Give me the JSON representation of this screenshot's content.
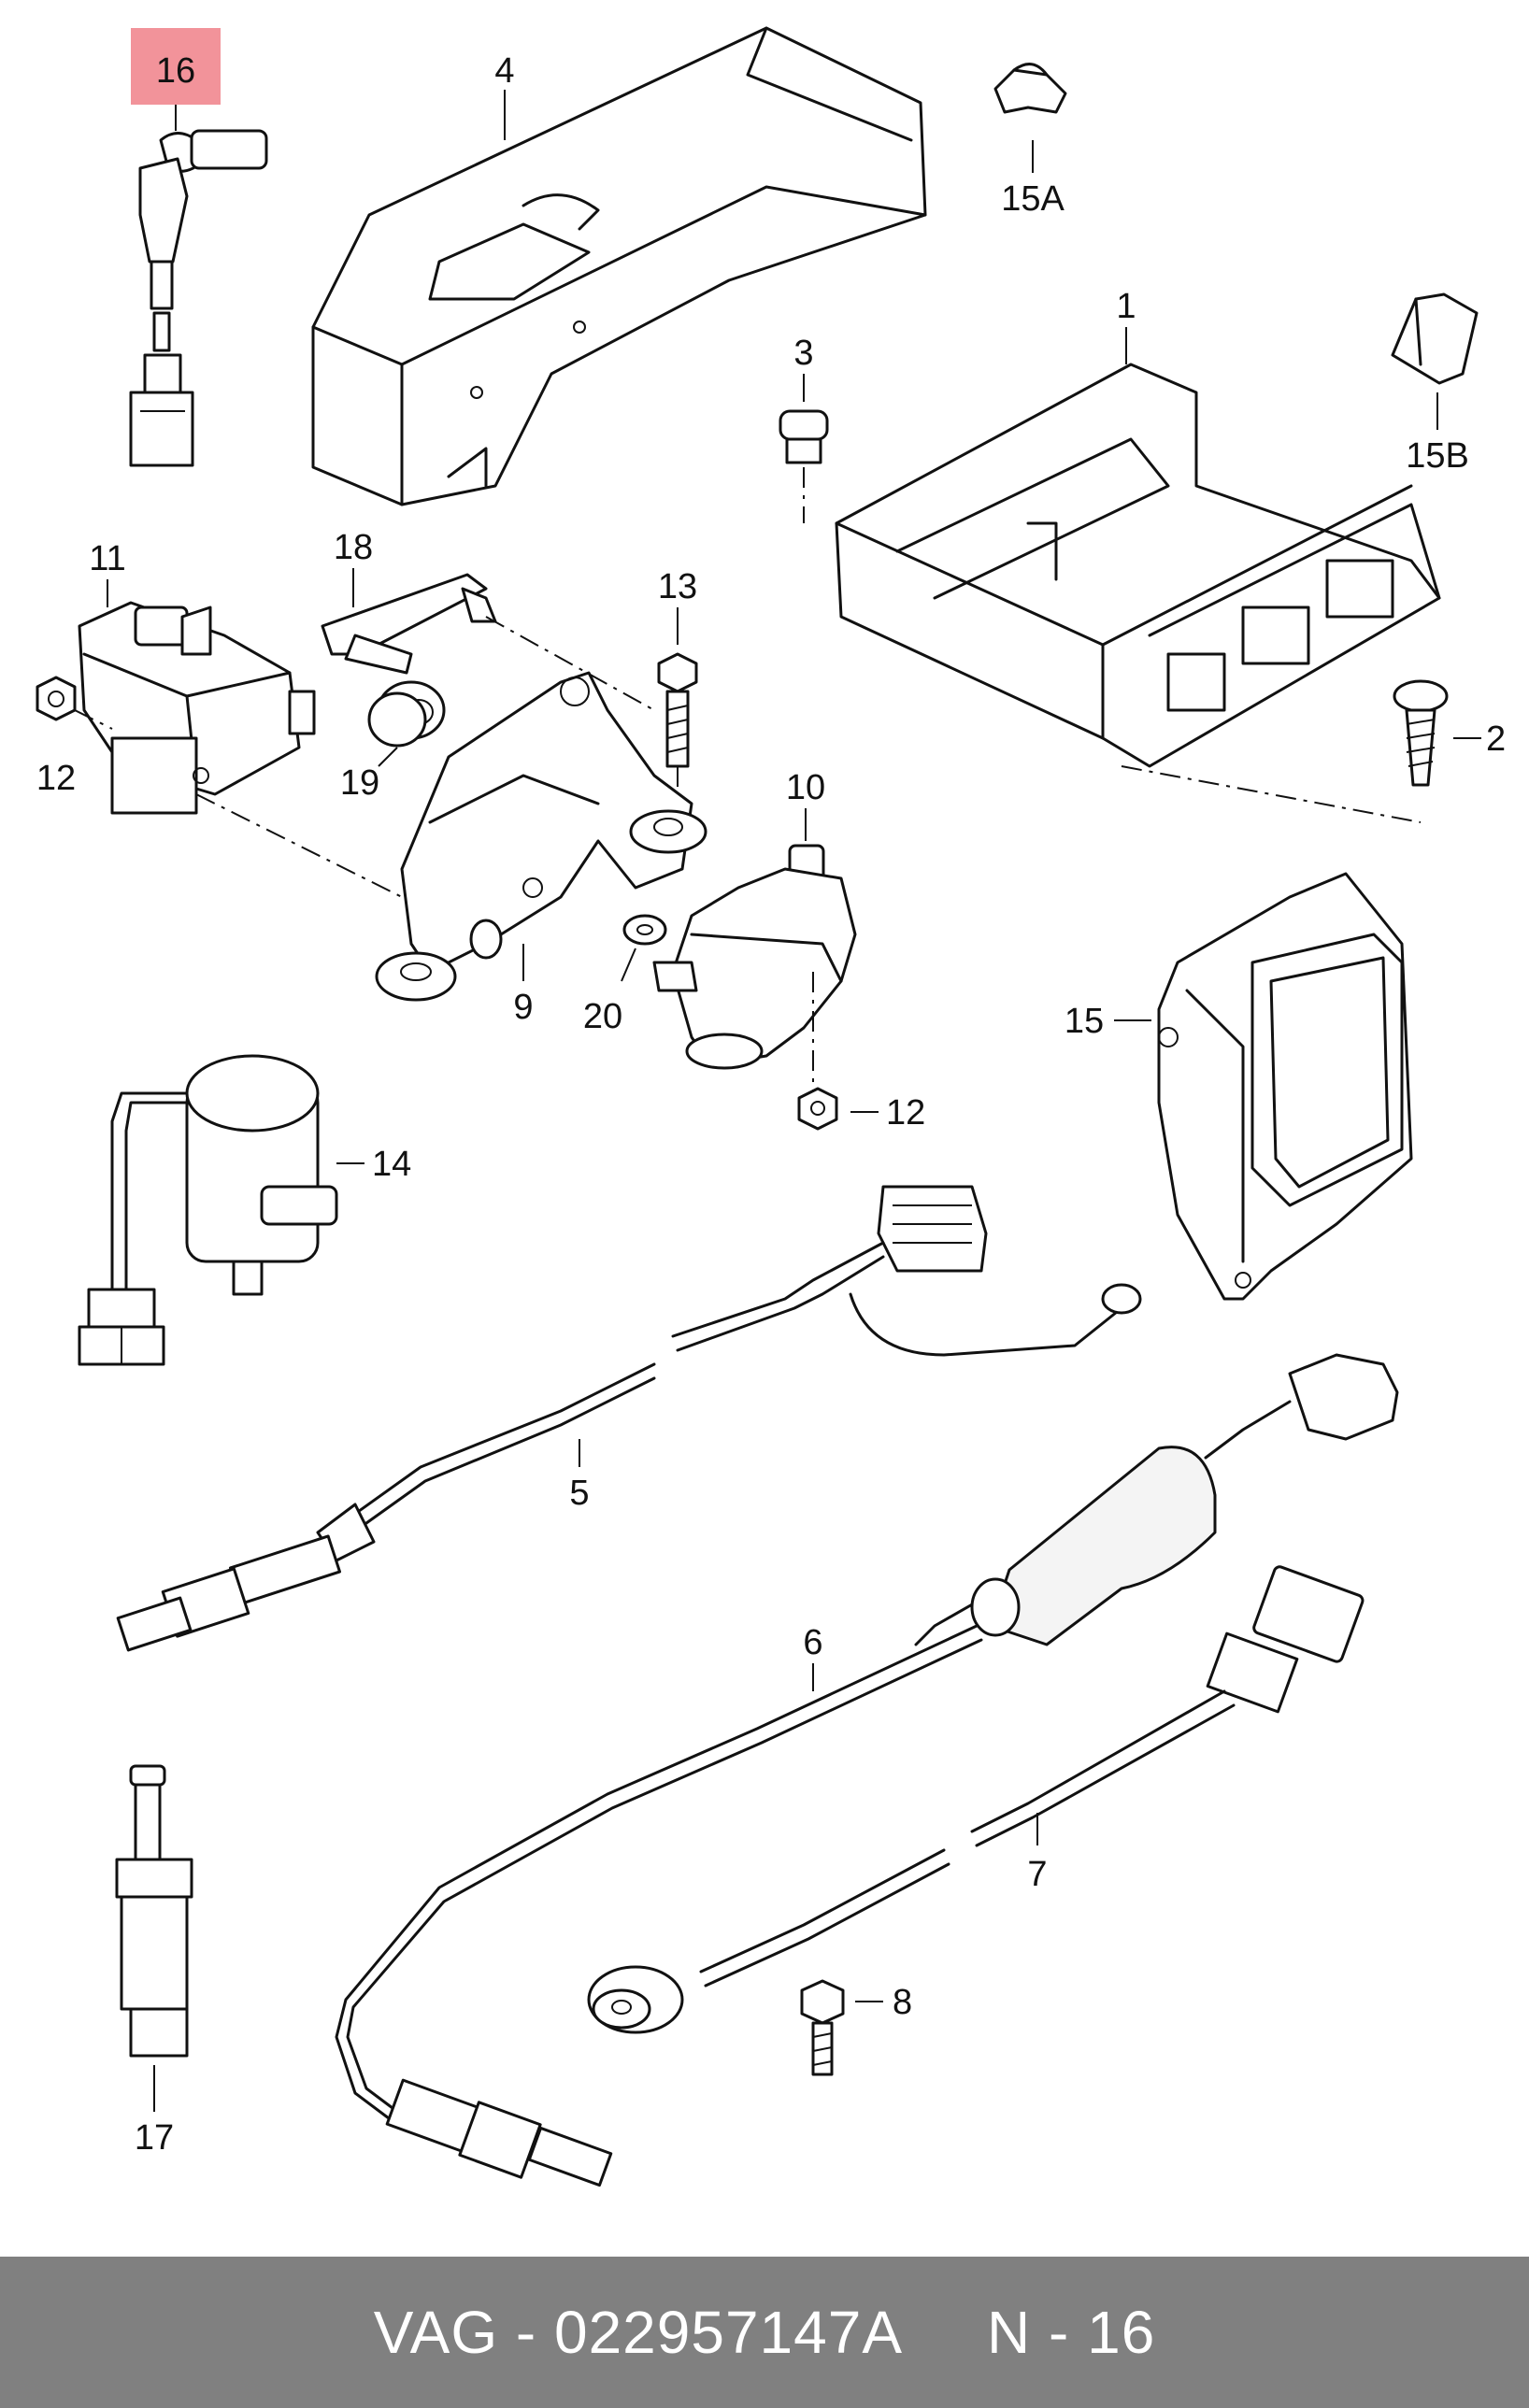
{
  "diagram": {
    "highlighted_label": "16",
    "labels": {
      "l1": "1",
      "l2": "2",
      "l3": "3",
      "l4": "4",
      "l5": "5",
      "l6": "6",
      "l7": "7",
      "l8": "8",
      "l9": "9",
      "l10": "10",
      "l11": "11",
      "l12a": "12",
      "l12b": "12",
      "l13": "13",
      "l14": "14",
      "l15": "15",
      "l15a": "15A",
      "l15b": "15B",
      "l17": "17",
      "l18": "18",
      "l19": "19",
      "l20": "20"
    }
  },
  "footer": {
    "brand": "VAG",
    "separator": "-",
    "part_number": "022957147A",
    "position_prefix": "N",
    "position_number": "16"
  }
}
